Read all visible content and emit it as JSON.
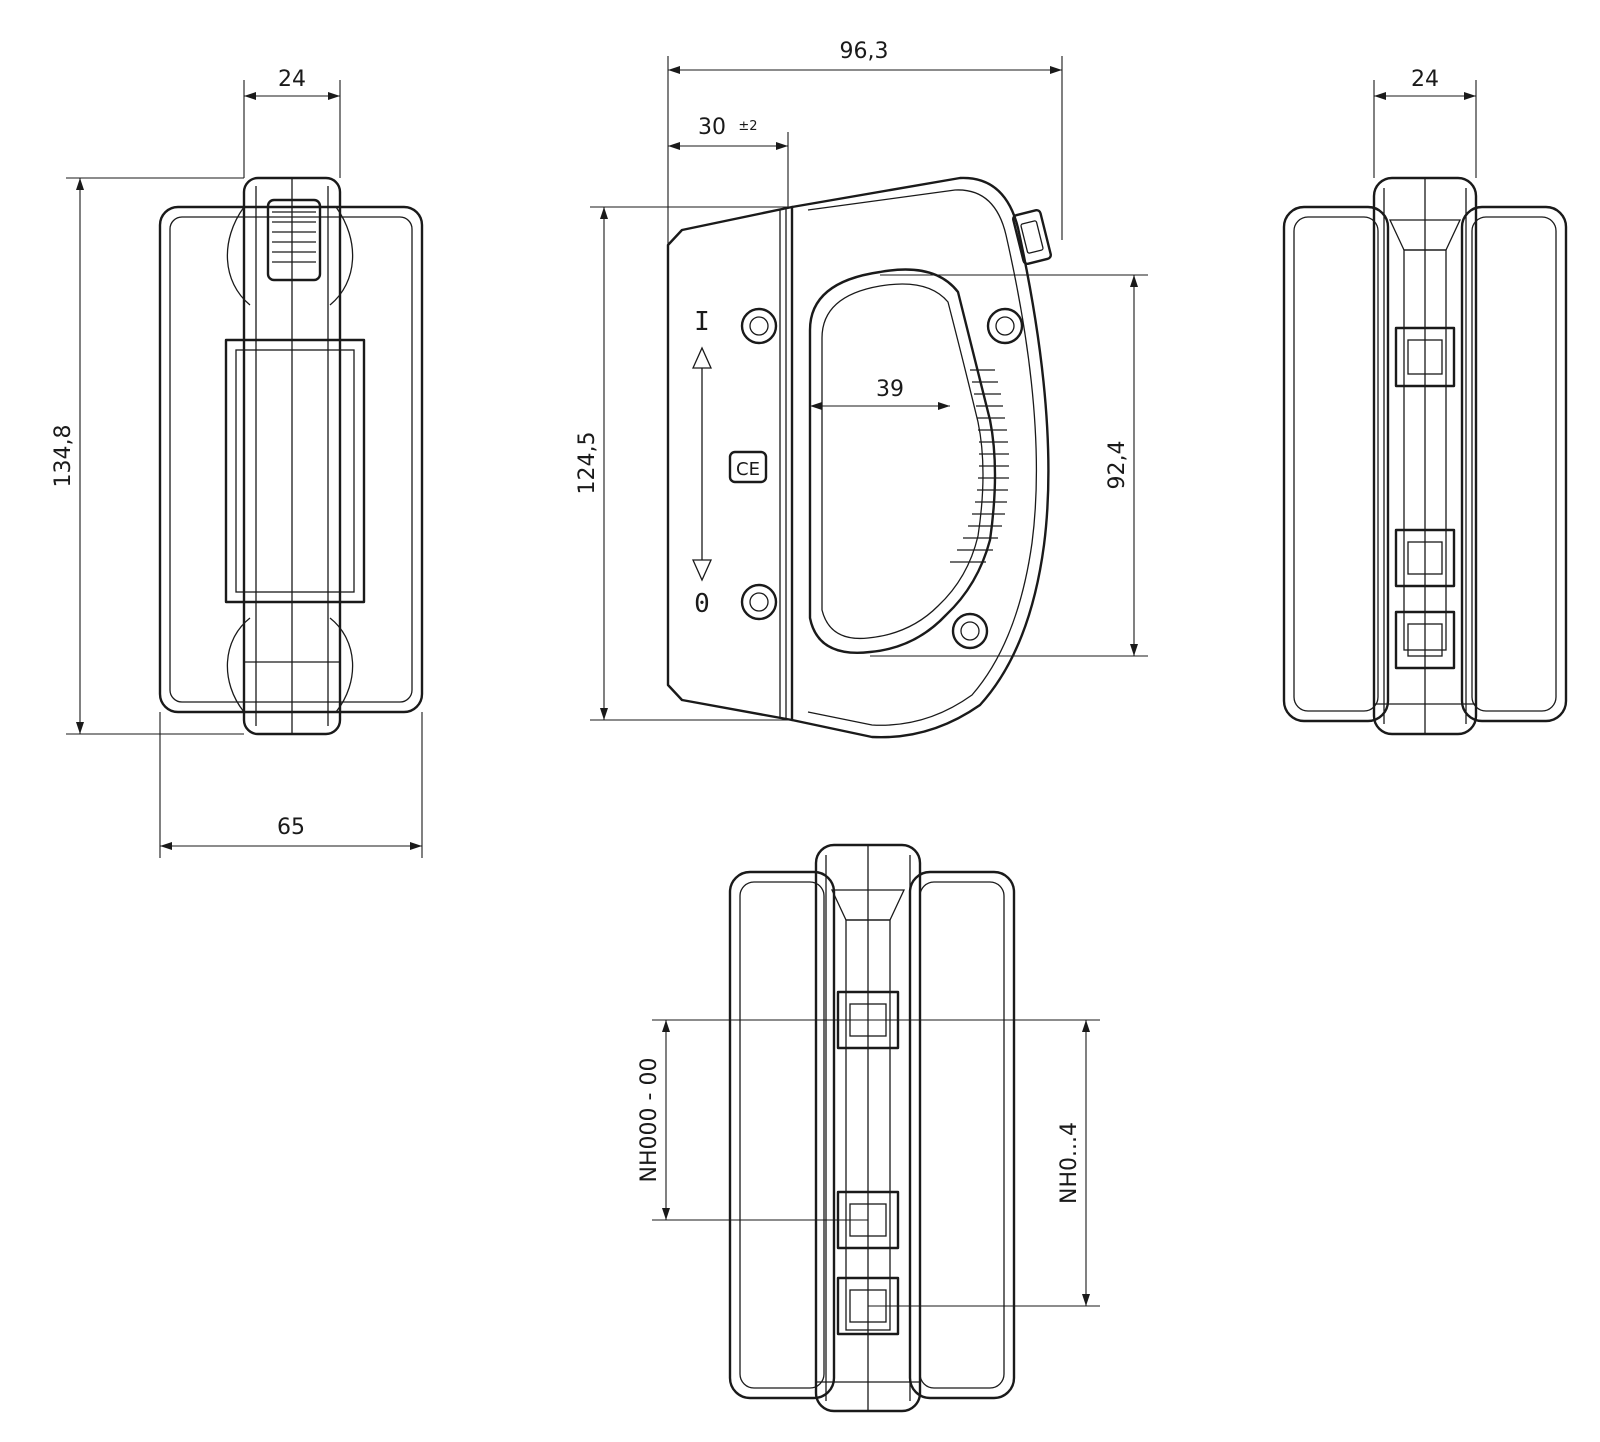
{
  "dimensions": {
    "side_left_width": "24",
    "side_left_height": "134,8",
    "side_left_depth": "65",
    "front_overall_width": "96,3",
    "front_grip_offset": "30",
    "front_grip_tolerance": "±2",
    "front_height": "124,5",
    "front_opening_width": "39",
    "front_opening_height": "92,4",
    "side_right_width": "24",
    "bottom_range_small": "NH000 - 00",
    "bottom_range_large": "NH0...4"
  },
  "markings": {
    "on_symbol": "I",
    "off_symbol": "0",
    "ce_mark": "CE"
  },
  "colors": {
    "line": "#1a1a1a",
    "background": "#ffffff"
  }
}
